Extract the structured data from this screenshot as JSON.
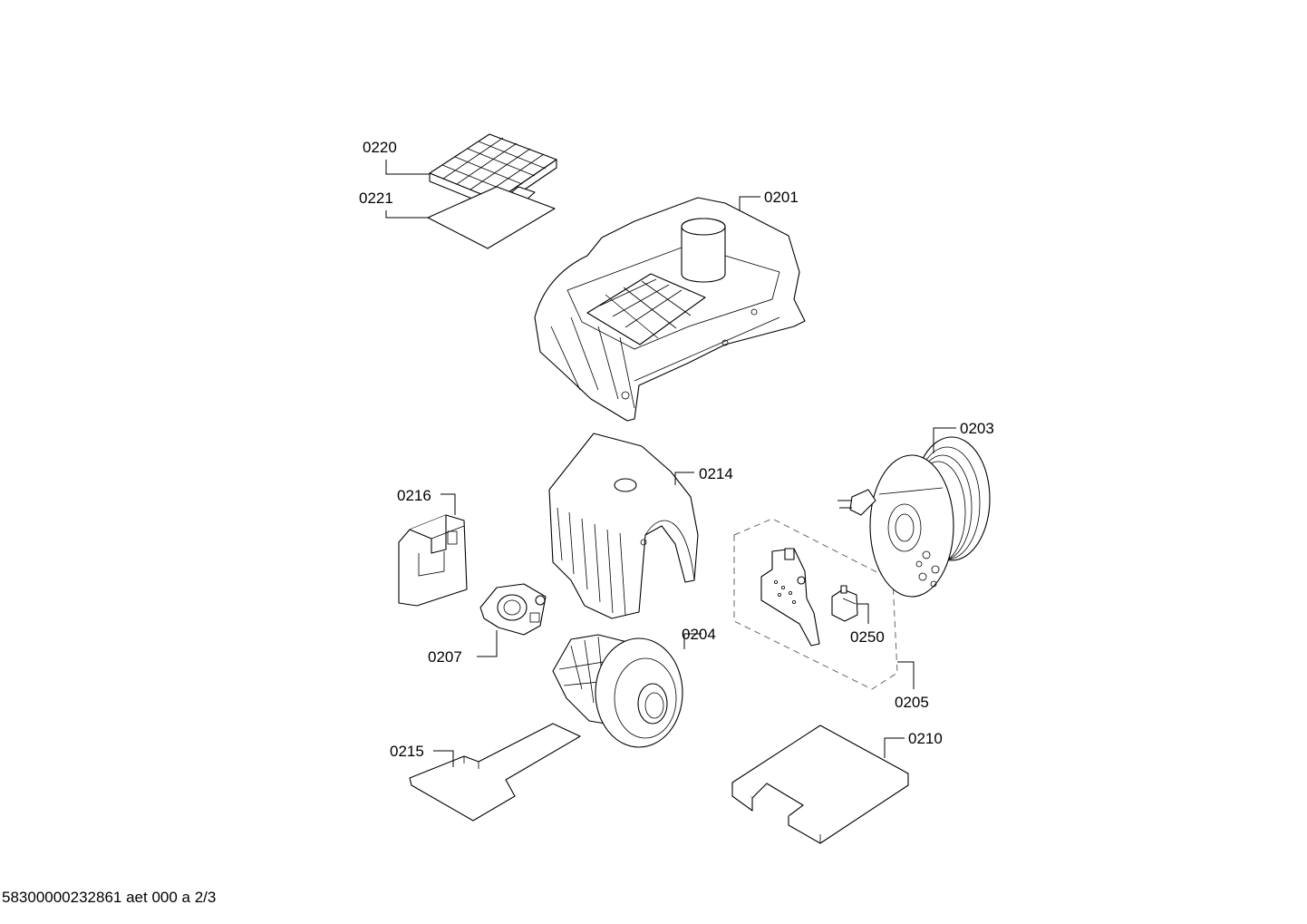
{
  "labels": {
    "p0220": "0220",
    "p0221": "0221",
    "p0201": "0201",
    "p0203": "0203",
    "p0214": "0214",
    "p0216": "0216",
    "p0207": "0207",
    "p0204": "0204",
    "p0250": "0250",
    "p0205": "0205",
    "p0215": "0215",
    "p0210": "0210"
  },
  "footer": "58300000232861 aet 000 a 2/3"
}
